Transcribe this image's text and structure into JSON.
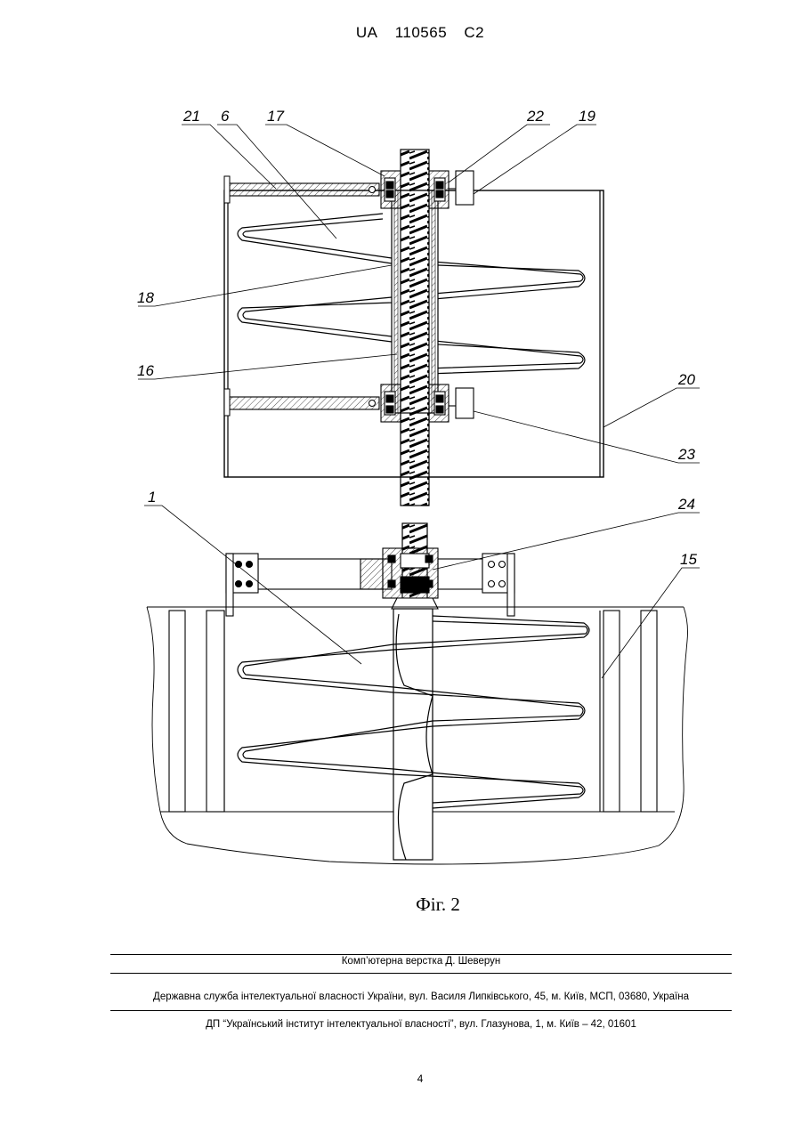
{
  "header": {
    "country": "UA",
    "number": "110565",
    "kind": "C2"
  },
  "figure": {
    "caption": "Фіг. 2",
    "callouts": [
      "21",
      "6",
      "17",
      "22",
      "19",
      "18",
      "16",
      "20",
      "23",
      "1",
      "24",
      "15"
    ]
  },
  "footer": {
    "layout_credit": "Комп’ютерна верстка Д. Шеверун",
    "agency": "Державна служба інтелектуальної власності України, вул. Василя Липківського, 45, м. Київ, МСП, 03680, Україна",
    "institute": "ДП “Український інститут інтелектуальної власності”, вул. Глазунова, 1, м. Київ – 42, 01601"
  },
  "page_number": "4"
}
